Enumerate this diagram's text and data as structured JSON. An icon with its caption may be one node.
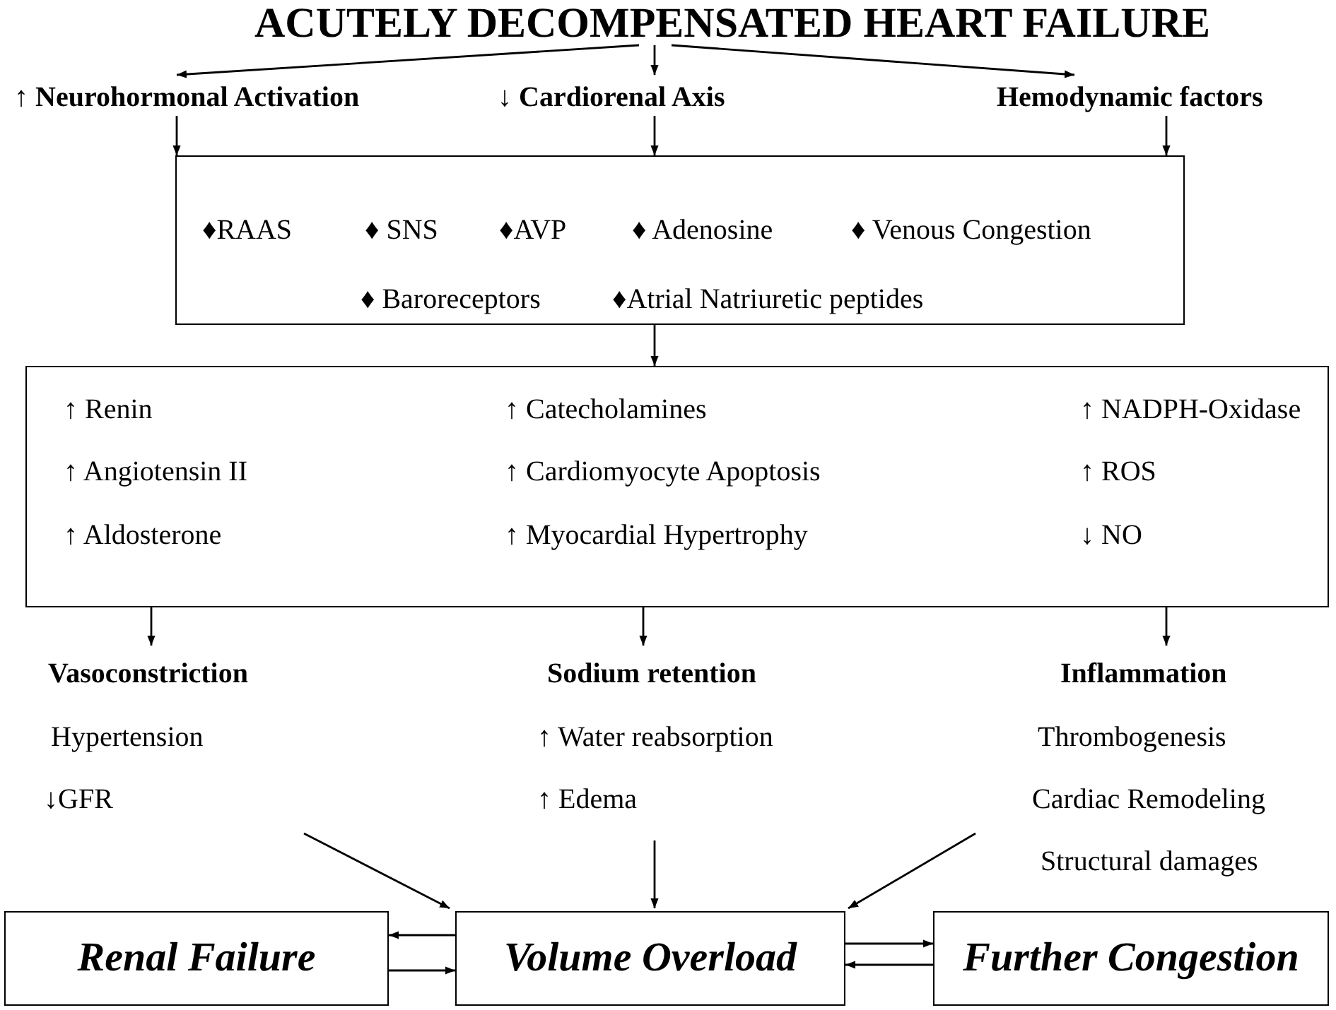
{
  "diagram": {
    "nodes": [
      {
        "text": [
          "ACUTELY DECOMPENSATED HEART FAILURE"
        ]
      },
      {
        "text": [
          "↑ Neurohormonal Activation"
        ]
      },
      {
        "text": [
          "↓ Cardiorenal Axis"
        ]
      },
      {
        "text": [
          "Hemodynamic factors"
        ]
      },
      {
        "text": [
          "♦RAAS",
          "♦ SNS",
          "♦AVP",
          "♦ Adenosine",
          "♦ Venous Congestion",
          "♦ Baroreceptors",
          "♦Atrial Natriuretic peptides"
        ]
      },
      {
        "text": [
          "↑ Renin",
          "↑ Catecholamines",
          "↑ NADPH-Oxidase",
          "↑ Angiotensin II",
          "↑ Cardiomyocyte Apoptosis",
          "↑ ROS",
          "↑ Aldosterone",
          "↑ Myocardial Hypertrophy",
          "↓ NO"
        ]
      },
      {
        "text": [
          "Vasoconstriction",
          "Hypertension",
          "↓GFR"
        ]
      },
      {
        "text": [
          "Sodium retention",
          "↑ Water reabsorption",
          "↑ Edema"
        ]
      },
      {
        "text": [
          "Inflammation",
          "Thrombogenesis",
          "Cardiac Remodeling",
          "Structural damages"
        ]
      },
      {
        "text": [
          "Renal Failure"
        ]
      },
      {
        "text": [
          "Volume Overload"
        ]
      },
      {
        "text": [
          "Further Congestion"
        ]
      }
    ],
    "edges": [
      {
        "from": 0,
        "to": 1,
        "arrow": "to"
      },
      {
        "from": 0,
        "to": 2,
        "arrow": "to"
      },
      {
        "from": 0,
        "to": 3,
        "arrow": "to"
      },
      {
        "from": 1,
        "to": 4,
        "arrow": "to"
      },
      {
        "from": 2,
        "to": 4,
        "arrow": "to"
      },
      {
        "from": 3,
        "to": 4,
        "arrow": "to"
      },
      {
        "from": 4,
        "to": 5,
        "arrow": "to"
      },
      {
        "from": 5,
        "to": 6,
        "arrow": "to"
      },
      {
        "from": 5,
        "to": 7,
        "arrow": "to"
      },
      {
        "from": 5,
        "to": 8,
        "arrow": "to"
      },
      {
        "from": 6,
        "to": 10,
        "arrow": "to"
      },
      {
        "from": 7,
        "to": 10,
        "arrow": "to"
      },
      {
        "from": 8,
        "to": 10,
        "arrow": "to"
      },
      {
        "from": 10,
        "to": 9,
        "arrow": "to"
      },
      {
        "from": 9,
        "to": 10,
        "arrow": "to"
      },
      {
        "from": 10,
        "to": 11,
        "arrow": "to"
      },
      {
        "from": 11,
        "to": 10,
        "arrow": "to"
      }
    ]
  }
}
